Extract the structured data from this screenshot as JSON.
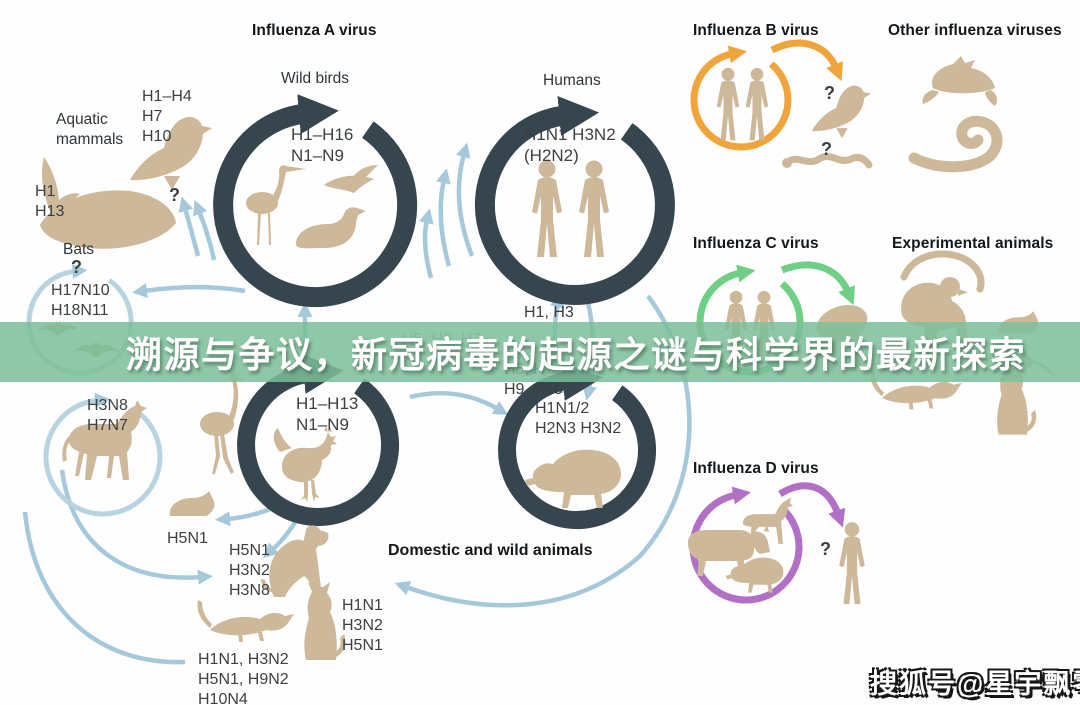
{
  "banner": {
    "title": "溯源与争议，新冠病毒的起源之谜与科学界的最新探索",
    "background_color": "#7dbf9a"
  },
  "watermark": {
    "text": "搜狐号@星宇飘零"
  },
  "titles": {
    "influenza_a": "Influenza A virus",
    "influenza_b": "Influenza B virus",
    "influenza_c": "Influenza C virus",
    "influenza_d": "Influenza D virus",
    "other": "Other influenza viruses",
    "experimental": "Experimental animals"
  },
  "labels": {
    "wild_birds": "Wild birds",
    "humans": "Humans",
    "aquatic_mammals": "Aquatic mammals",
    "bats": "Bats",
    "domestic_wild": "Domestic and wild animals",
    "question_mark": "?"
  },
  "subtypes": {
    "aquatic_seal": "H1–H4\nH7\nH10",
    "whale": "H1\nH13",
    "bats": "H17N10\nH18N11",
    "wild_birds": "H1–H16\nN1–N9",
    "humans": "H1N1 H3N2\n(H2N2)",
    "pig_to_human": "H1, H3",
    "poultry_to_human": "H5, H7\nH9, H10",
    "faint_behind_banner": "H5, H6, H7",
    "horse": "H3N8\nH7N7",
    "poultry": "H1–H13\nN1–N9",
    "pig": "H1N1/2\nH2N3 H3N2",
    "guinea_pig": "H5N1",
    "dog": "H5N1\nH3N2\nH3N8",
    "cat": "H1N1\nH3N2\nH5N1",
    "ferret": "H1N1, H3N2\nH5N1, H9N2\nH10N4"
  },
  "colors": {
    "ring_dark": "#36454e",
    "ring_influenza_b": "#f0a43c",
    "ring_influenza_c": "#6fcf85",
    "ring_influenza_d": "#b170c5",
    "arrow_blue": "#a5c8da",
    "animal_tan": "#cdb89a",
    "bat_olive": "#b3a87e",
    "banner_green": "#7dbf9a"
  }
}
